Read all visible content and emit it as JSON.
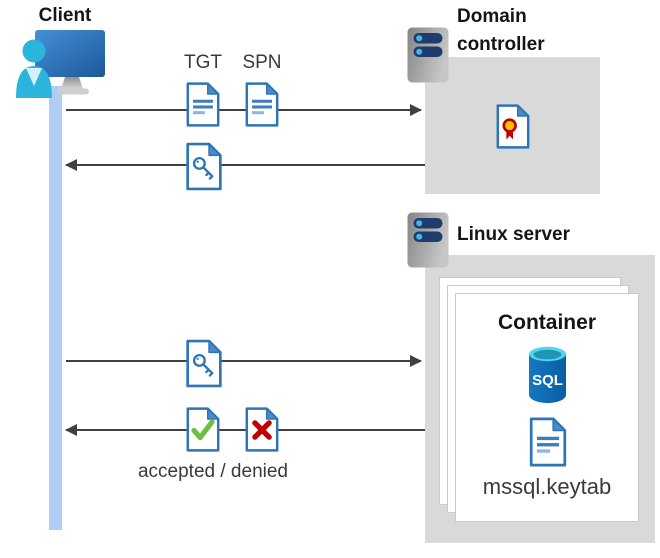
{
  "client": {
    "label": "Client"
  },
  "domain_controller": {
    "label": "Domain controller"
  },
  "linux_server": {
    "label": "Linux server"
  },
  "container": {
    "title": "Container",
    "sql_label": "SQL",
    "keytab_label": "mssql.keytab"
  },
  "flow": {
    "tgt_label": "TGT",
    "spn_label": "SPN",
    "result_label": "accepted / denied"
  },
  "icons": {
    "client": "user-at-monitor-icon",
    "server": "server-icon",
    "ticket": "document-icon",
    "session_key": "document-key-icon",
    "certificate": "certificate-icon",
    "accepted": "document-check-icon",
    "denied": "document-x-icon",
    "sql": "sql-database-icon"
  },
  "colors": {
    "doc_border_blue": "#2E75B6",
    "doc_fold_blue": "#4A8BC9",
    "doc_line_blue": "#3E7CC0",
    "doc_line_light": "#8DB4E2",
    "lifeline_blue": "#B0CDF6",
    "arrow_gray": "#404040",
    "zone_gray": "#D9D9D9",
    "accept_green": "#6FBE44",
    "deny_red": "#C00000",
    "cert_yellow": "#FFC000",
    "server_bar_navy": "#1E3C6E",
    "server_dot_cyan": "#45B5E8",
    "sql_body_blue": "#1272B8",
    "sql_top_cyan": "#52D6F0",
    "person_cyan": "#2CB5DC"
  }
}
